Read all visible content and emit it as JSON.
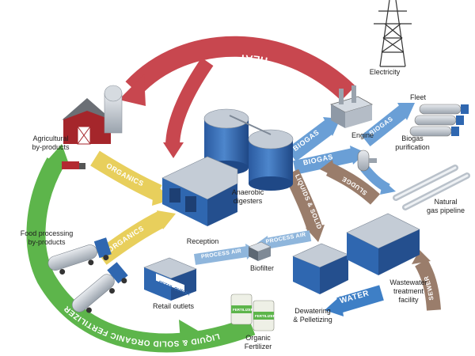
{
  "flows": {
    "heat": "HEAT",
    "organics_top": "ORGANICS",
    "organics_bottom": "ORGANICS",
    "biogas_engine": "BIOGAS",
    "biogas_fleet": "BIOGAS",
    "biogas_purification": "BIOGAS",
    "liquids_solids": "LIQUIDS & SOLIDS",
    "sludge": "SLUDGE",
    "process_air_left": "PROCESS AIR",
    "process_air_right": "PROCESS AIR",
    "water": "WATER",
    "sewer": "SEWER",
    "fertilizer": "LIQUID & SOLID ORGANIC FERTILIZER"
  },
  "labels": {
    "electricity": "Electricity",
    "fleet": "Fleet",
    "engine": "Engine",
    "biogas_purification": "Biogas\npurification",
    "natural_gas_pipeline": "Natural\ngas pipeline",
    "agricultural": "Agricultural\nby-products",
    "anaerobic_digesters": "Anaerobic\ndigesters",
    "food_processing": "Food processing\nby-products",
    "reception": "Reception",
    "biofilter": "Biofilter",
    "retail_outlets": "Retail outlets",
    "wastewater": "Wastewater\ntreatment\nfacility",
    "dewatering": "Dewatering\n& Pelletizing",
    "organic_fertilizer": "Organic\nFertilizer"
  },
  "signage": {
    "retail_sign": "RETAIL OUTLET",
    "bag_text": "FERTILIZER"
  },
  "colors": {
    "heat": "#c8474f",
    "organics": "#e8cf5c",
    "biogas": "#6a9fd6",
    "liquids": "#9a7d6b",
    "process_air": "#8fb6dc",
    "water": "#3e7fc6",
    "fertilizer": "#5db54b",
    "building_blue": "#2f67b0",
    "roof_grey": "#c4ccd6"
  }
}
